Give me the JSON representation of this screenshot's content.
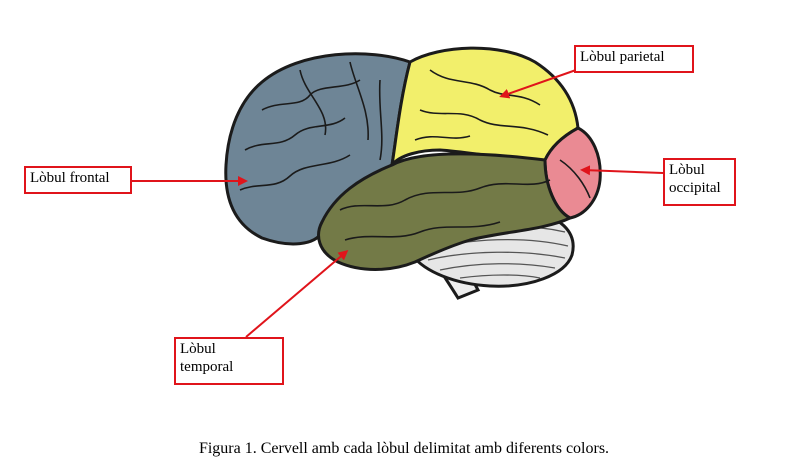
{
  "labels": {
    "parietal": "Lòbul parietal",
    "frontal": "Lòbul frontal",
    "occipital_line1": "Lòbul",
    "occipital_line2": "occipital",
    "temporal_line1": "Lòbul",
    "temporal_line2": "temporal"
  },
  "caption": "Figura 1. Cervell amb cada lòbul delimitat amb diferents colors.",
  "colors": {
    "frontal": "#6e8596",
    "parietal": "#f2ef6b",
    "occipital": "#ea8a93",
    "temporal": "#737a47",
    "cerebellum": "#e6e6e6",
    "outline": "#1b1b1b",
    "arrow": "#e0141b"
  }
}
